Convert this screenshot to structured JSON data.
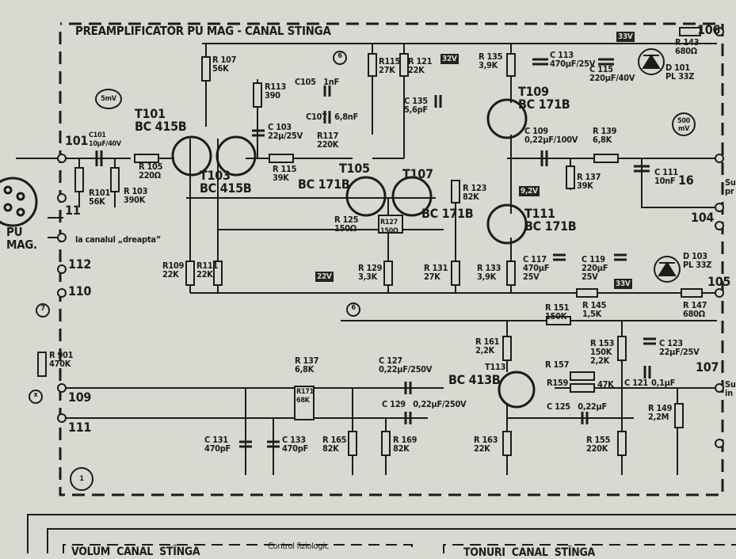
{
  "title": "PREAMPLIFICATOR PU MAG - CANAL STINGA",
  "connector_label": "PU\nMAG.",
  "to_right_channel": "la canalul „dreapta”",
  "signal_levels": {
    "input": "5mV",
    "output": "500\nmV"
  },
  "voltages": {
    "v32": "32V",
    "v33a": "33V",
    "v92": "9,2V",
    "v22": "22V",
    "v33b": "33V"
  },
  "markers": {
    "m6a": "6",
    "m6b": "6",
    "m7": "7",
    "mx": "x",
    "m1": "1"
  },
  "pins": {
    "p101": "101",
    "p11": "11",
    "p112": "112",
    "p110": "110",
    "p109": "109",
    "p111": "111",
    "p106": "106",
    "p16": "16",
    "p104": "104",
    "p105": "105",
    "p107": "107"
  },
  "transistors": {
    "t101": "T101\nBC 415B",
    "t103": "T103\nBC 415B",
    "t105": "T105",
    "t105t": "BC 171B",
    "t107": "T107",
    "t107t": "BC 171B",
    "t109": "T109\nBC 171B",
    "t111": "T111\nBC 171B",
    "t113": "T113",
    "t113t": "BC 413B"
  },
  "resistors": {
    "r101": "R101\n56K",
    "r103": "R 103\n390K",
    "r105": "R 105\n220Ω",
    "r107": "R 107\n56K",
    "r109": "R109\n22K",
    "r111": "R111\n22K",
    "r113": "R113\n390",
    "r115a": "R 115\n39K",
    "r115b": "R115\n27K",
    "r117": "R117\n220K",
    "r121": "R 121\n22K",
    "r123": "R 123\n82K",
    "r125": "R 125\n150Ω",
    "r127": "R127\n150Ω",
    "r129": "R 129\n3,3K",
    "r131": "R 131\n27K",
    "r133": "R 133\n3,9K",
    "r135": "R 135\n3,9K",
    "r137a": "R 137\n39K",
    "r139": "R 139\n6,8K",
    "r143": "R 143\n680Ω",
    "r145": "R 145\n1,5K",
    "r147": "R 147\n680Ω",
    "r149": "R 149\n2,2M",
    "r151": "R 151\n150K",
    "r153": "R 153\n150K\n2,2K",
    "r155": "R 155\n220K",
    "r157": "R 157",
    "r159": "R159",
    "r159v": "47K",
    "r161": "R 161\n2,2K",
    "r163": "R 163\n22K",
    "r165": "R 165\n82K",
    "r169": "R 169\n82K",
    "r137b": "R 137\n6,8K",
    "r171": "R171\n68K",
    "r901": "R 901\n470K"
  },
  "capacitors": {
    "c101": "C101\n10µF/40V",
    "c103": "C 103\n22µ/25V",
    "c105": "C105   1nF",
    "c107": "C107   6,8nF",
    "c109": "C 109\n0,22µF/100V",
    "c111": "C 111\n10nF",
    "c113": "C 113\n470µF/25V",
    "c115": "C 115\n220µF/40V",
    "c117": "C 117\n470µF\n25V",
    "c119": "C 119\n220µF\n25V",
    "c121": "C 121",
    "c121v": "0,1µF",
    "c123": "C 123\n22µF/25V",
    "c125": "C 125   0,22µF",
    "c127": "C 127\n0,22µF/250V",
    "c129": "C 129   0,22µF/250V",
    "c131": "C 131\n470pF",
    "c133": "C 133\n470pF",
    "c135": "C 135\n5,6pF"
  },
  "diodes": {
    "d101": "D 101\nPL 33Z",
    "d103": "D 103\nPL 33Z"
  },
  "edge_text": {
    "su1": "Su\npr",
    "su2": "Su\nin"
  },
  "bottom": {
    "volum": "VOLUM  CANAL  STÎNGA",
    "control": "Control fiziologic",
    "tonuri": "TONURI  CANAL  STÎNGA"
  }
}
